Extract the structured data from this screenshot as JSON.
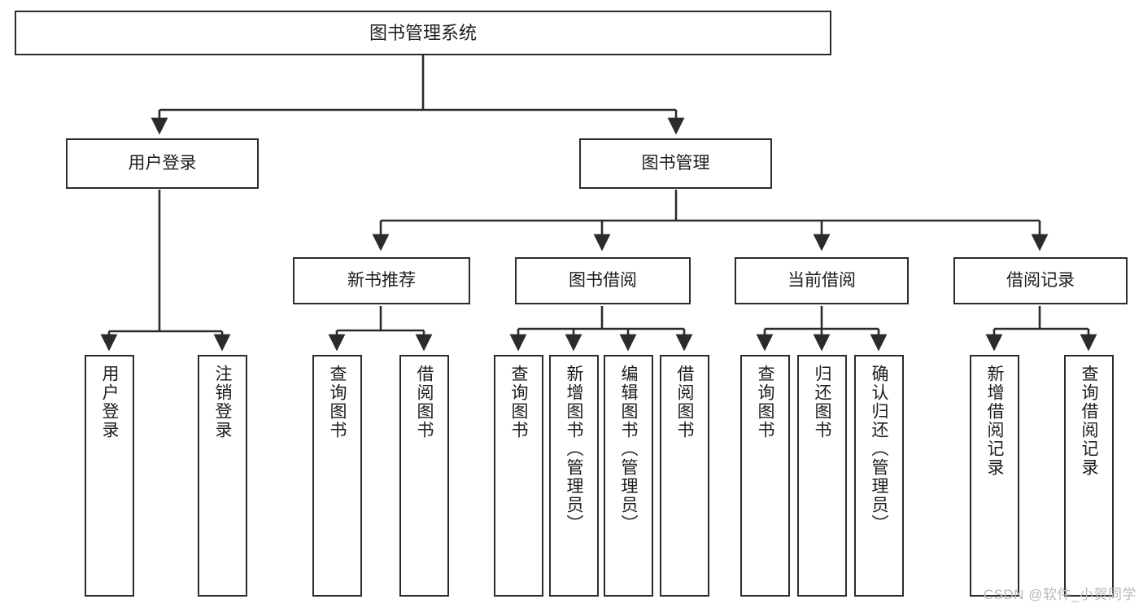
{
  "diagram": {
    "title": "图书管理系统",
    "type": "tree",
    "colors": {
      "stroke": "#2b2b2b",
      "fill": "#ffffff",
      "text": "#1d1d1d",
      "watermark": "#b9b9b9"
    },
    "nodes": {
      "root": {
        "label": "图书管理系统"
      },
      "level2": [
        {
          "label": "用户登录"
        },
        {
          "label": "图书管理"
        }
      ],
      "level3": [
        {
          "label": "新书推荐"
        },
        {
          "label": "图书借阅"
        },
        {
          "label": "当前借阅"
        },
        {
          "label": "借阅记录"
        }
      ],
      "leaves_user_login": [
        {
          "label": "用户登录"
        },
        {
          "label": "注销登录"
        }
      ],
      "leaves_new_book": [
        {
          "label": "查询图书"
        },
        {
          "label": "借阅图书"
        }
      ],
      "leaves_borrow": [
        {
          "label": "查询图书"
        },
        {
          "label": "新增图书（管理员）"
        },
        {
          "label": "编辑图书（管理员）"
        },
        {
          "label": "借阅图书"
        }
      ],
      "leaves_current": [
        {
          "label": "查询图书"
        },
        {
          "label": "归还图书"
        },
        {
          "label": "确认归还（管理员）"
        }
      ],
      "leaves_record": [
        {
          "label": "新增借阅记录"
        },
        {
          "label": "查询借阅记录"
        }
      ]
    }
  },
  "watermark": {
    "text": "CSDN @软件_小贺同学"
  }
}
